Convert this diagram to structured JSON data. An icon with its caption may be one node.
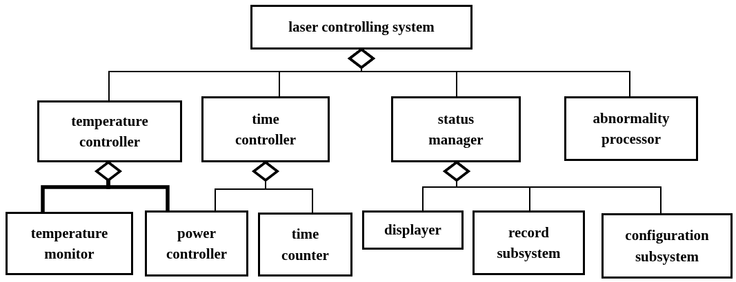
{
  "diagram": {
    "nodes": [
      {
        "text": [
          "laser controlling system"
        ]
      },
      {
        "text": [
          "temperature controller"
        ]
      },
      {
        "text": [
          "time controller"
        ]
      },
      {
        "text": [
          "status manager"
        ]
      },
      {
        "text": [
          "abnormality processor"
        ]
      },
      {
        "text": [
          "temperature monitor"
        ]
      },
      {
        "text": [
          "power controller"
        ]
      },
      {
        "text": [
          "time counter"
        ]
      },
      {
        "text": [
          "displayer"
        ]
      },
      {
        "text": [
          "record subsystem"
        ]
      },
      {
        "text": [
          "configuration subsystem"
        ]
      }
    ],
    "edges": [
      {
        "from": 0,
        "to": 1,
        "arrow": "other"
      },
      {
        "from": 0,
        "to": 2,
        "arrow": "other"
      },
      {
        "from": 0,
        "to": 3,
        "arrow": "other"
      },
      {
        "from": 0,
        "to": 4,
        "arrow": "other"
      },
      {
        "from": 1,
        "to": 5,
        "arrow": "other",
        "style": "thick"
      },
      {
        "from": 1,
        "to": 6,
        "arrow": "other",
        "style": "thick"
      },
      {
        "from": 2,
        "to": 6,
        "arrow": "other"
      },
      {
        "from": 2,
        "to": 7,
        "arrow": "other"
      },
      {
        "from": 3,
        "to": 8,
        "arrow": "other"
      },
      {
        "from": 3,
        "to": 9,
        "arrow": "other"
      },
      {
        "from": 3,
        "to": 10,
        "arrow": "other"
      }
    ]
  }
}
